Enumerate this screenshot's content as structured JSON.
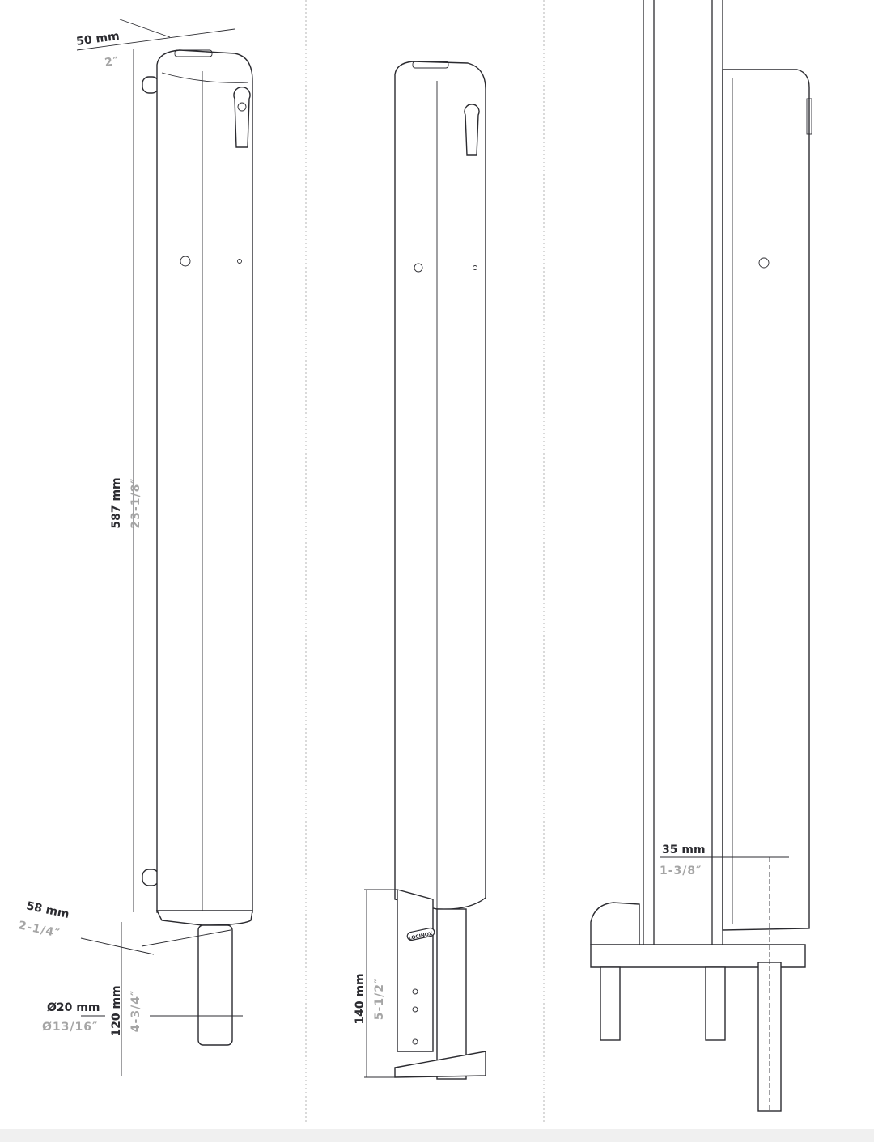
{
  "brand_logo": "LOCINOX",
  "dimensions": {
    "depth_top": {
      "mm": "50 mm",
      "in": "2″"
    },
    "height": {
      "mm": "587 mm",
      "in": "23-1/8″"
    },
    "width_bottom": {
      "mm": "58 mm",
      "in": "2-1/4″"
    },
    "pin_diameter": {
      "mm": "Ø20 mm",
      "in": "Ø13/16″"
    },
    "pin_length": {
      "mm": "120 mm",
      "in": "4-3/4″"
    },
    "bracket_height": {
      "mm": "140 mm",
      "in": "5-1/2″"
    },
    "wall_offset": {
      "mm": "35 mm",
      "in": "1-3/8″"
    }
  }
}
